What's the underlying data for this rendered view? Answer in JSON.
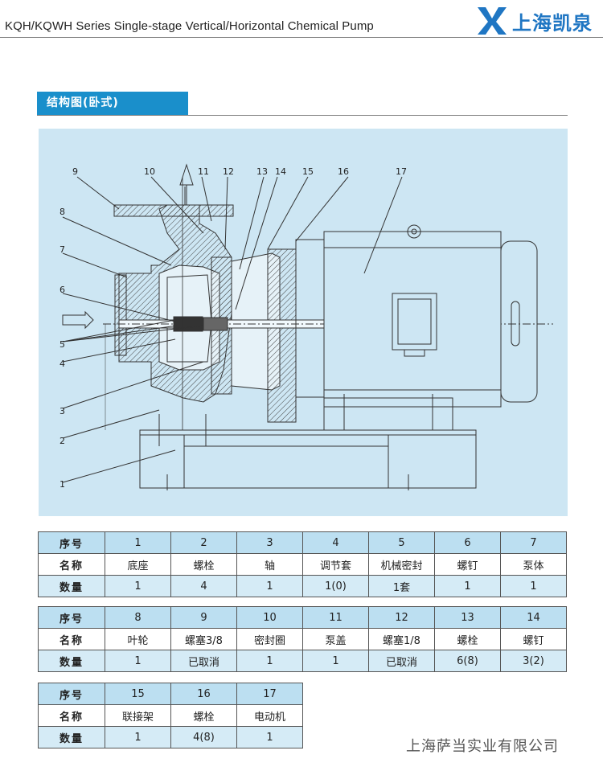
{
  "header": {
    "title": "KQH/KQWH Series Single-stage Vertical/Horizontal Chemical Pump",
    "logo_text": "上海凯泉",
    "logo_mark": "kaiquan-logo-icon",
    "brand_color": "#1f76c3"
  },
  "section": {
    "title": "结构图(卧式)",
    "accent": "#1a8fcb"
  },
  "diagram": {
    "background": "#cde6f3",
    "callouts": [
      "1",
      "2",
      "3",
      "4",
      "5",
      "6",
      "7",
      "8",
      "9",
      "10",
      "11",
      "12",
      "13",
      "14",
      "15",
      "16",
      "17"
    ]
  },
  "tables": [
    {
      "rows": [
        [
          "序号",
          "1",
          "2",
          "3",
          "4",
          "5",
          "6",
          "7"
        ],
        [
          "名称",
          "底座",
          "螺栓",
          "轴",
          "调节套",
          "机械密封",
          "螺钉",
          "泵体"
        ],
        [
          "数量",
          "1",
          "4",
          "1",
          "1(0)",
          "1套",
          "1",
          "1"
        ]
      ]
    },
    {
      "rows": [
        [
          "序号",
          "8",
          "9",
          "10",
          "11",
          "12",
          "13",
          "14"
        ],
        [
          "名称",
          "叶轮",
          "螺塞3/8",
          "密封圈",
          "泵盖",
          "螺塞1/8",
          "螺栓",
          "螺钉"
        ],
        [
          "数量",
          "1",
          "已取消",
          "1",
          "1",
          "已取消",
          "6(8)",
          "3(2)"
        ]
      ]
    },
    {
      "rows": [
        [
          "序号",
          "15",
          "16",
          "17"
        ],
        [
          "名称",
          "联接架",
          "螺栓",
          "电动机"
        ],
        [
          "数量",
          "1",
          "4(8)",
          "1"
        ]
      ]
    }
  ],
  "footer": {
    "company": "上海萨当实业有限公司"
  }
}
